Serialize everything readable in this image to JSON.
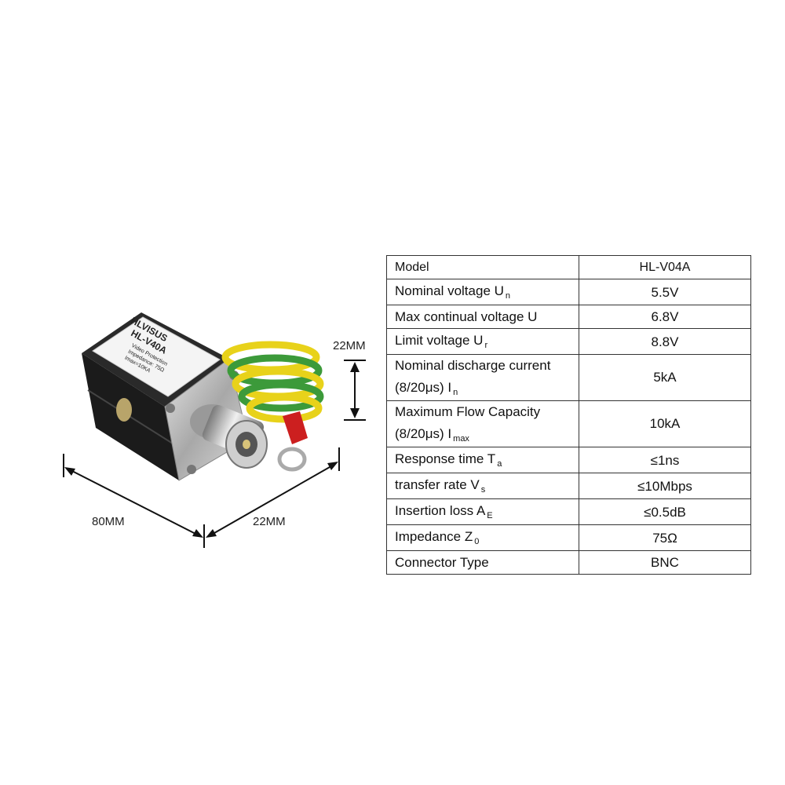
{
  "product": {
    "label_brand": "HLVISUS",
    "label_model": "HL-V40A",
    "label_line1": "Video Protection",
    "label_line2": "Impedance: 75Ω",
    "label_line3": "Imax=10KA",
    "dimensions": {
      "height": "22MM",
      "length": "80MM",
      "width": "22MM"
    },
    "colors": {
      "body": "#1b1b1b",
      "metal": "#b9b9b9",
      "wire_yellow": "#e8d21a",
      "wire_green": "#3c9a3a",
      "lug_red": "#cc1f1f"
    }
  },
  "spec_table": {
    "header": {
      "param": "Model",
      "value": "HL-V04A"
    },
    "rows": [
      {
        "param": "Nominal voltage U",
        "sub": "n",
        "value": "5.5V"
      },
      {
        "param": "Max continual voltage U",
        "sub": "",
        "value": "6.8V"
      },
      {
        "param": "Limit voltage U",
        "sub": "r",
        "value": "8.8V"
      },
      {
        "param": "Nominal discharge current",
        "param2": "(8/20μs) I",
        "sub": "n",
        "value": "5kA"
      },
      {
        "param": "Maximum Flow Capacity",
        "param2": "(8/20μs) I",
        "sub": "max",
        "value": "10kA"
      },
      {
        "param": "Response time T",
        "sub": "a",
        "value": "≤1ns"
      },
      {
        "param": "transfer rate V",
        "sub": "s",
        "value": "≤10Mbps"
      },
      {
        "param": "Insertion loss A",
        "sub": "E",
        "value": "≤0.5dB"
      },
      {
        "param": "Impedance Z",
        "sub": "0",
        "value": "75Ω"
      },
      {
        "param": "Connector Type",
        "sub": "",
        "value": "BNC"
      }
    ]
  }
}
